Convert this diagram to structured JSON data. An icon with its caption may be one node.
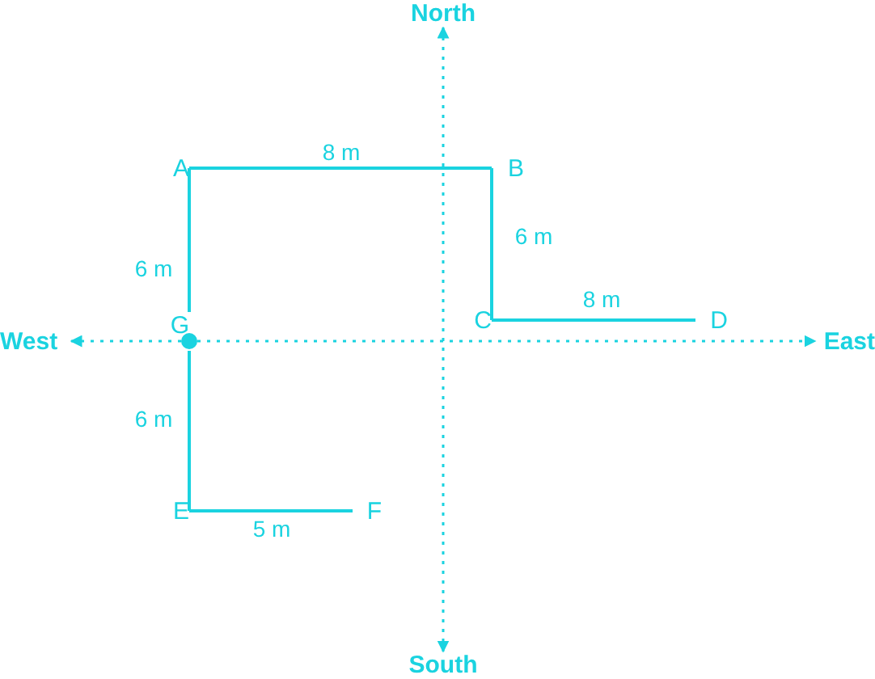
{
  "diagram": {
    "nodes": [
      {
        "text": [
          "North"
        ]
      },
      {
        "text": [
          "A"
        ]
      },
      {
        "text": [
          "B"
        ]
      },
      {
        "text": [
          "C"
        ]
      },
      {
        "text": [
          "D"
        ]
      },
      {
        "text": [
          "West"
        ]
      },
      {
        "text": [
          "G"
        ]
      },
      {
        "text": [
          "East"
        ]
      },
      {
        "text": [
          "E"
        ]
      },
      {
        "text": [
          "F"
        ]
      },
      {
        "text": [
          "South"
        ]
      }
    ],
    "edges": [
      {
        "from": 1,
        "to": 2,
        "arrow": "none",
        "label": "8 m"
      },
      {
        "from": 2,
        "to": 3,
        "arrow": "none",
        "label": "6 m"
      },
      {
        "from": 3,
        "to": 4,
        "arrow": "none",
        "label": "8 m"
      },
      {
        "from": 1,
        "to": 6,
        "arrow": "none",
        "label": "6 m"
      },
      {
        "from": 6,
        "to": 8,
        "arrow": "none",
        "label": "6 m"
      },
      {
        "from": 8,
        "to": 9,
        "arrow": "none",
        "label": "5 m"
      },
      {
        "from": 10,
        "to": 0,
        "arrow": "both",
        "style": "dashed"
      },
      {
        "from": 5,
        "to": 7,
        "arrow": "both",
        "style": "dashed"
      }
    ]
  }
}
